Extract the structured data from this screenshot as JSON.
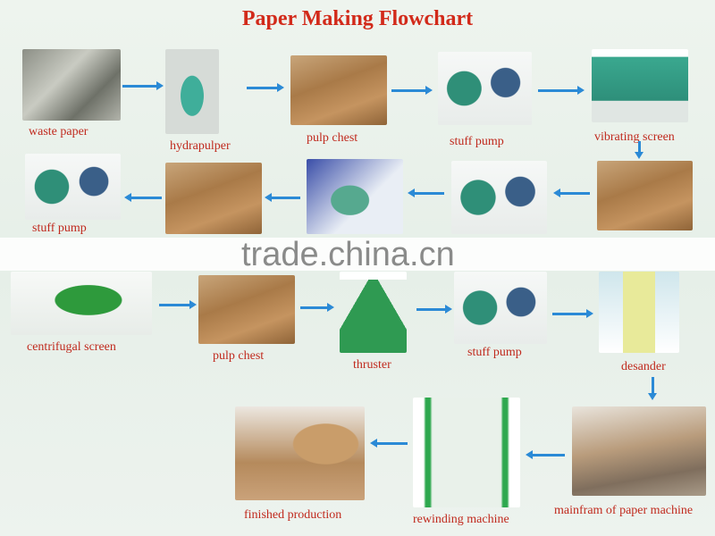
{
  "title": "Paper Making Flowchart",
  "watermark": "trade.china.cn",
  "steps": {
    "waste_paper": "waste paper",
    "hydrapulper": "hydrapulper",
    "pulp_chest_1": "pulp chest",
    "stuff_pump_1": "stuff  pump",
    "vibrating_screen": "vibrating screen",
    "stuff_pump_2": "stuff  pump",
    "centrifugal_screen": "centrifugal screen",
    "pulp_chest_3": "pulp chest",
    "thruster": "thruster",
    "stuff_pump_4": "stuff  pump",
    "desander": "desander",
    "mainframe": "mainfram of paper machine",
    "rewinding_machine": "rewinding machine",
    "finished_production": "finished production"
  },
  "colors": {
    "title": "#d22a1a",
    "label": "#c02a1e",
    "arrow": "#2b8ad6"
  }
}
